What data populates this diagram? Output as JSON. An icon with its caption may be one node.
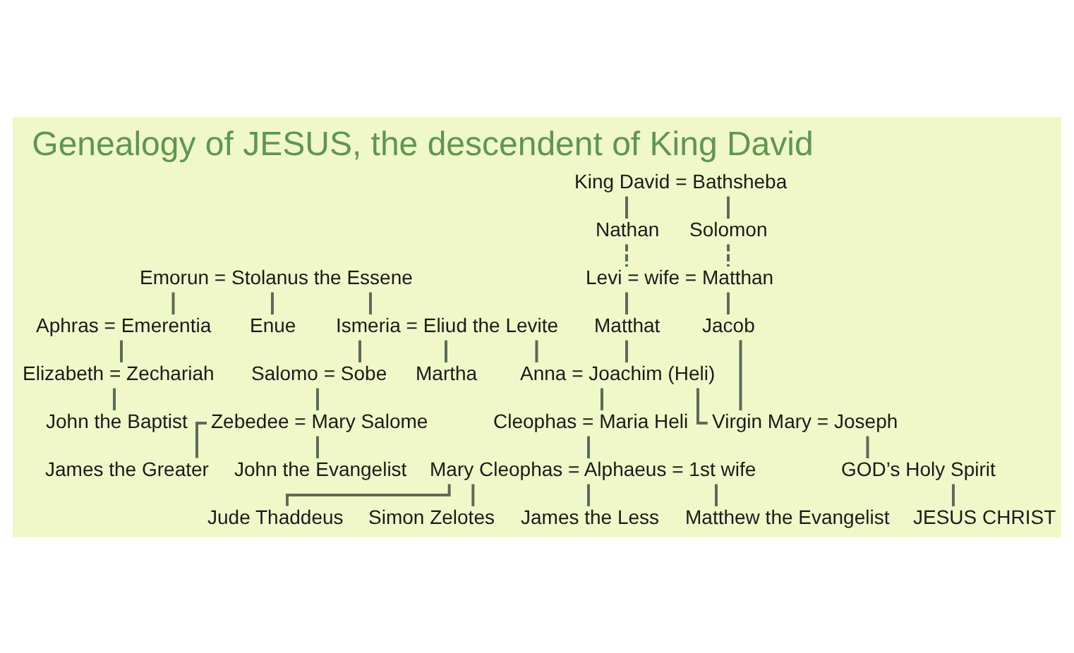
{
  "diagram": {
    "title": "Genealogy of JESUS, the descendent of King David",
    "nodes": [
      {
        "text": [
          "King David = Bathsheba"
        ]
      },
      {
        "text": [
          "Nathan"
        ]
      },
      {
        "text": [
          "Solomon"
        ]
      },
      {
        "text": [
          "Emorun = Stolanus the Essene"
        ]
      },
      {
        "text": [
          "Levi = wife = Matthan"
        ]
      },
      {
        "text": [
          "Aphras = Emerentia"
        ]
      },
      {
        "text": [
          "Enue"
        ]
      },
      {
        "text": [
          "Ismeria = Eliud the Levite"
        ]
      },
      {
        "text": [
          "Matthat"
        ]
      },
      {
        "text": [
          "Jacob"
        ]
      },
      {
        "text": [
          "Elizabeth = Zechariah"
        ]
      },
      {
        "text": [
          "Salomo = Sobe"
        ]
      },
      {
        "text": [
          "Martha"
        ]
      },
      {
        "text": [
          "Anna = Joachim (Heli)"
        ]
      },
      {
        "text": [
          "John the Baptist"
        ]
      },
      {
        "text": [
          "Zebedee = Mary Salome"
        ]
      },
      {
        "text": [
          "Cleophas = Maria Heli"
        ]
      },
      {
        "text": [
          "Virgin Mary = Joseph"
        ]
      },
      {
        "text": [
          "James the Greater"
        ]
      },
      {
        "text": [
          "John the Evangelist"
        ]
      },
      {
        "text": [
          "GOD’s Holy Spirit"
        ]
      },
      {
        "text": [
          "JESUS CHRIST"
        ]
      },
      {
        "text": [
          "Mary Cleophas = Alphaeus = 1st wife"
        ]
      },
      {
        "text": [
          "Jude Thaddeus"
        ]
      },
      {
        "text": [
          "Simon Zelotes"
        ]
      },
      {
        "text": [
          "James the Less"
        ]
      },
      {
        "text": [
          "Matthew the Evangelist"
        ]
      }
    ],
    "edges": [
      {
        "from": 0,
        "to": 1,
        "arrow": "none"
      },
      {
        "from": 0,
        "to": 2,
        "arrow": "none"
      },
      {
        "from": 1,
        "to": 4,
        "arrow": "none",
        "style": "dashed"
      },
      {
        "from": 2,
        "to": 4,
        "arrow": "none",
        "style": "dashed"
      },
      {
        "from": 4,
        "to": 8,
        "arrow": "none"
      },
      {
        "from": 4,
        "to": 9,
        "arrow": "none"
      },
      {
        "from": 8,
        "to": 13,
        "arrow": "none"
      },
      {
        "from": 9,
        "to": 17,
        "arrow": "none"
      },
      {
        "from": 3,
        "to": 5,
        "arrow": "none"
      },
      {
        "from": 3,
        "to": 6,
        "arrow": "none"
      },
      {
        "from": 3,
        "to": 7,
        "arrow": "none"
      },
      {
        "from": 5,
        "to": 10,
        "arrow": "none"
      },
      {
        "from": 10,
        "to": 14,
        "arrow": "none"
      },
      {
        "from": 7,
        "to": 11,
        "arrow": "none"
      },
      {
        "from": 7,
        "to": 12,
        "arrow": "none"
      },
      {
        "from": 7,
        "to": 13,
        "arrow": "none"
      },
      {
        "from": 11,
        "to": 15,
        "arrow": "none"
      },
      {
        "from": 15,
        "to": 18,
        "arrow": "none"
      },
      {
        "from": 15,
        "to": 19,
        "arrow": "none"
      },
      {
        "from": 13,
        "to": 16,
        "arrow": "none"
      },
      {
        "from": 13,
        "to": 17,
        "arrow": "none"
      },
      {
        "from": 17,
        "to": 20,
        "arrow": "none"
      },
      {
        "from": 20,
        "to": 21,
        "arrow": "none"
      },
      {
        "from": 16,
        "to": 22,
        "arrow": "none"
      },
      {
        "from": 22,
        "to": 23,
        "arrow": "none"
      },
      {
        "from": 22,
        "to": 24,
        "arrow": "none"
      },
      {
        "from": 22,
        "to": 25,
        "arrow": "none"
      },
      {
        "from": 22,
        "to": 26,
        "arrow": "none"
      }
    ]
  }
}
